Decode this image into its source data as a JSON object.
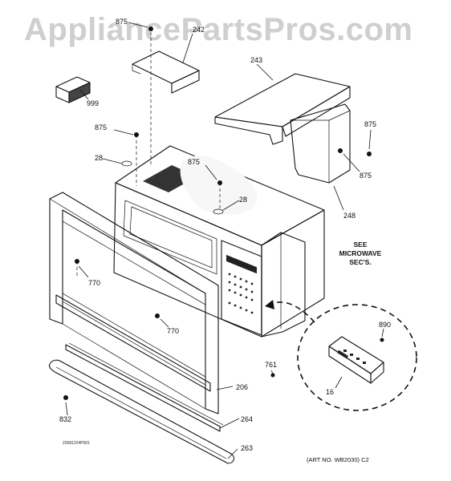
{
  "watermark": "AppliancePartsPros.com",
  "callouts": [
    {
      "id": "875-top",
      "text": "875"
    },
    {
      "id": "242",
      "text": "242"
    },
    {
      "id": "243",
      "text": "243"
    },
    {
      "id": "999",
      "text": "999"
    },
    {
      "id": "875-left",
      "text": "875"
    },
    {
      "id": "875-right",
      "text": "875"
    },
    {
      "id": "28-left",
      "text": "28"
    },
    {
      "id": "875-center",
      "text": "875"
    },
    {
      "id": "28-center",
      "text": "28"
    },
    {
      "id": "875-right2",
      "text": "875"
    },
    {
      "id": "248",
      "text": "248"
    },
    {
      "id": "770-left",
      "text": "770"
    },
    {
      "id": "770-center",
      "text": "770"
    },
    {
      "id": "890",
      "text": "890"
    },
    {
      "id": "16",
      "text": "16"
    },
    {
      "id": "761",
      "text": "761"
    },
    {
      "id": "206",
      "text": "206"
    },
    {
      "id": "832",
      "text": "832"
    },
    {
      "id": "264",
      "text": "264"
    },
    {
      "id": "263",
      "text": "263"
    }
  ],
  "note": {
    "line1": "SEE",
    "line2": "MICROWAVE",
    "line3": "SEC'S."
  },
  "drawing_number": "22681224P001",
  "art_number": "(ART NO. WB2030) C2"
}
